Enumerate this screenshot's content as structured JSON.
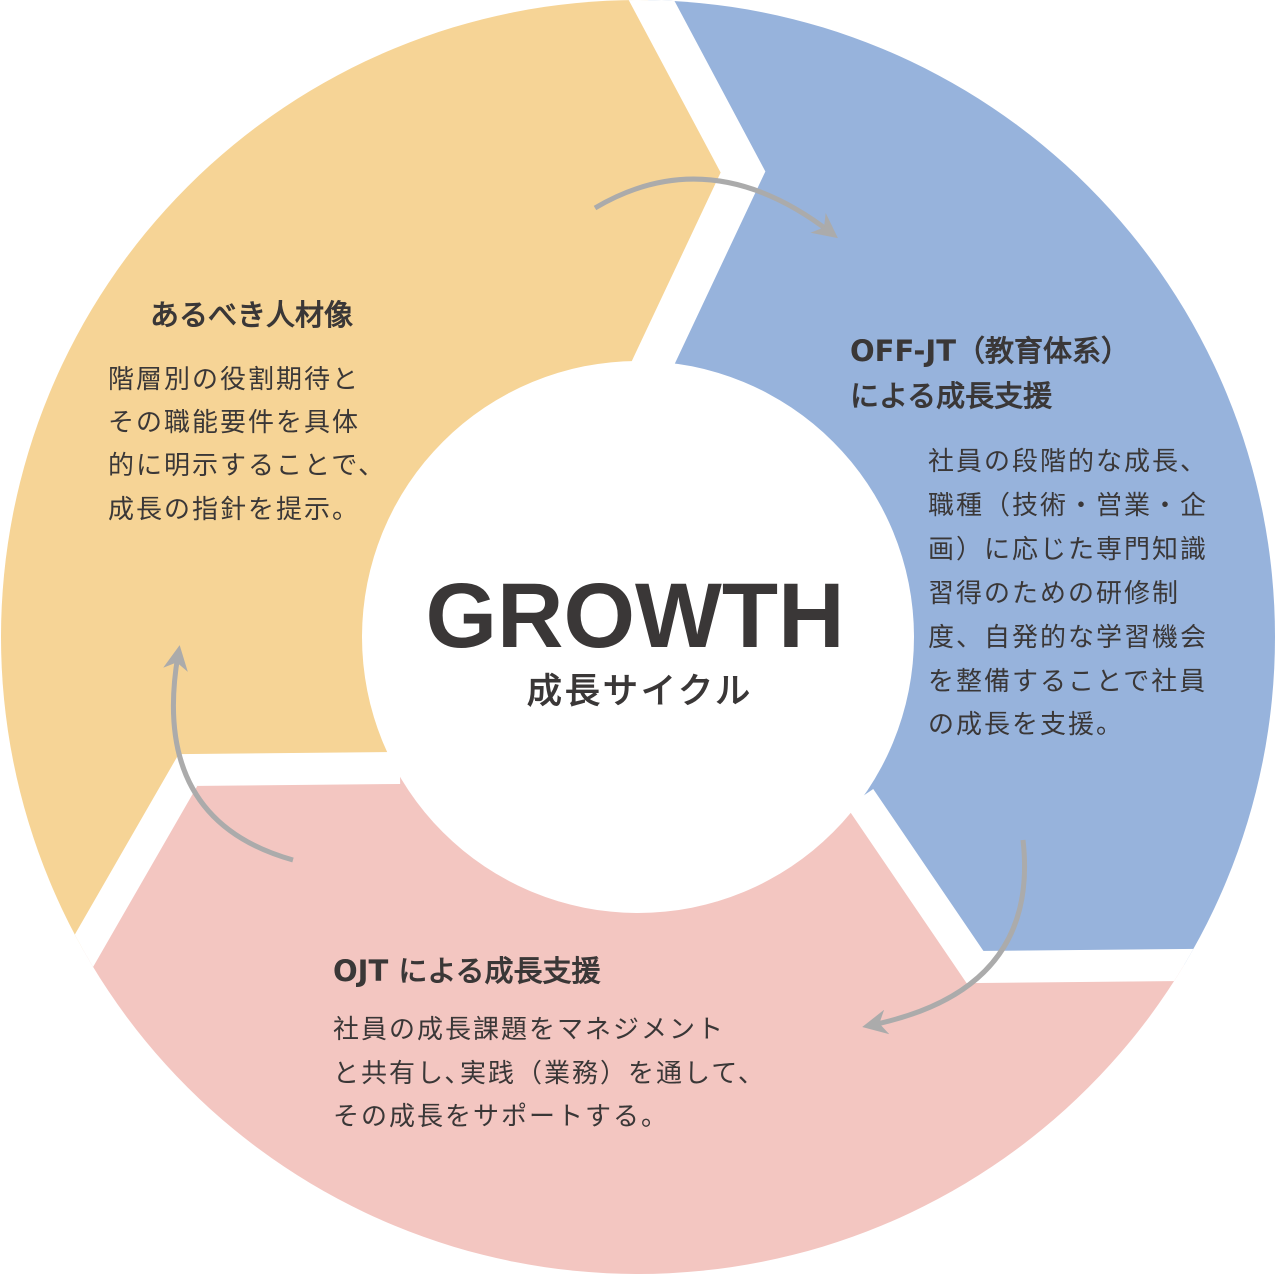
{
  "colors": {
    "ideal": "#f6d496",
    "offjt": "#97b3dc",
    "ojt": "#f3c6c1",
    "arrow": "#ababab",
    "text": "#3a3737"
  },
  "center": {
    "title": "GROWTH",
    "subtitle": "成長サイクル"
  },
  "segments": {
    "ideal": {
      "title": "あるべき人材像",
      "lines": [
        "階層別の役割期待と",
        "その職能要件を具体",
        "的に明示することで、",
        "成長の指針を提示。"
      ]
    },
    "offjt": {
      "title_lines": [
        "OFF-JT（教育体系）",
        "による成長支援"
      ],
      "lines": [
        "社員の段階的な成長、",
        "職種（技術・営業・企",
        "画）に応じた専門知識",
        "習得のための研修制",
        "度、自発的な学習機会",
        "を整備することで社員",
        "の成長を支援。"
      ]
    },
    "ojt": {
      "title": "OJT による成長支援",
      "lines": [
        "社員の成長課題をマネジメント",
        "と共有し､実践（業務）を通して、",
        "その成長をサポートする。"
      ]
    }
  }
}
